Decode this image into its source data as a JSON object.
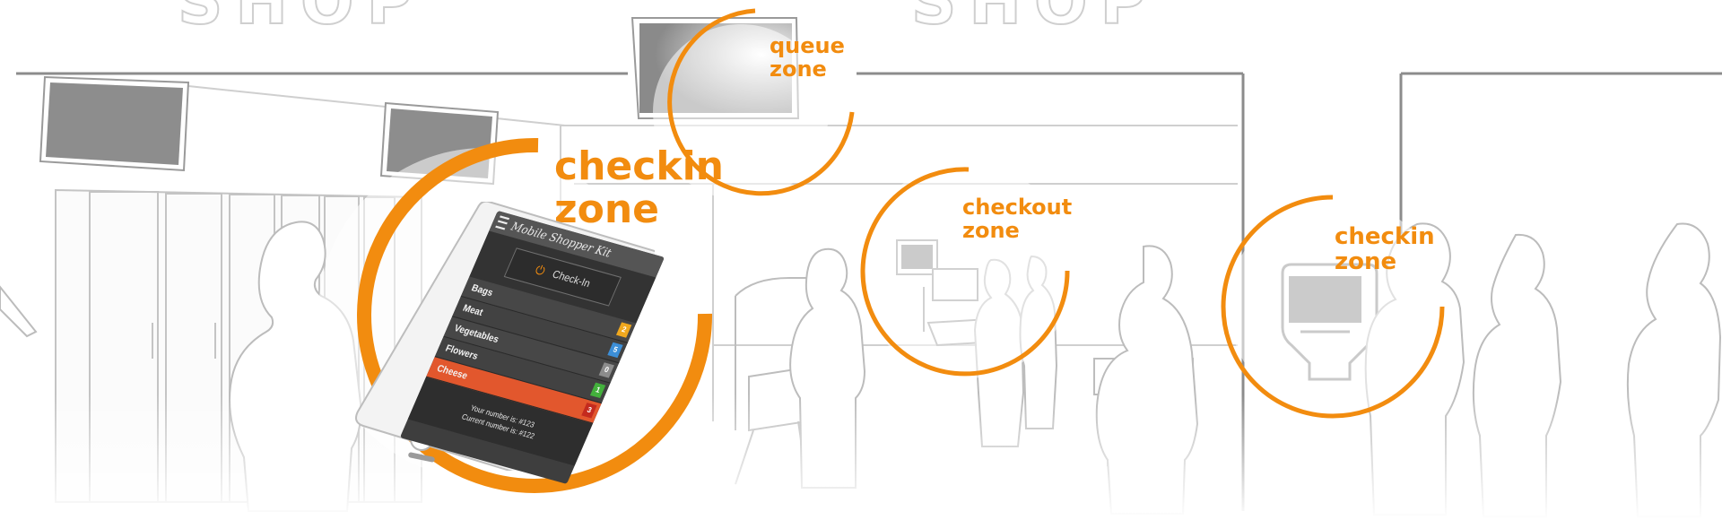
{
  "colors": {
    "accent": "#f28c0f",
    "sketch": "#bdbdbd",
    "screen_gray": "#8a8a8a",
    "app_dark": "#3e3e3e",
    "selected_row": "#e2572d"
  },
  "signs": {
    "shop_left": "SHOP",
    "shop_right": "SHOP"
  },
  "zones": [
    {
      "id": "queue",
      "line1": "queue",
      "line2": "zone"
    },
    {
      "id": "checkin-main",
      "line1": "checkin",
      "line2": "zone"
    },
    {
      "id": "checkout",
      "line1": "checkout",
      "line2": "zone"
    },
    {
      "id": "checkin-right",
      "line1": "checkin",
      "line2": "zone"
    }
  ],
  "phone": {
    "app_title": "Mobile Shopper Kit",
    "checkin_button": "Check-In",
    "items": [
      {
        "label": "Bags",
        "badge": "2",
        "color": "#f0a81e"
      },
      {
        "label": "Meat",
        "badge": "5",
        "color": "#3c8fd8"
      },
      {
        "label": "Vegetables",
        "badge": "0",
        "color": "#8c8c8c"
      },
      {
        "label": "Flowers",
        "badge": "1",
        "color": "#43b03c"
      },
      {
        "label": "Cheese",
        "badge": "3",
        "color": "#c42a1e"
      }
    ],
    "your_number": "Your number is: #123",
    "current_number": "Current number is: #122"
  },
  "icons": [
    "power-icon",
    "menu-icon"
  ]
}
